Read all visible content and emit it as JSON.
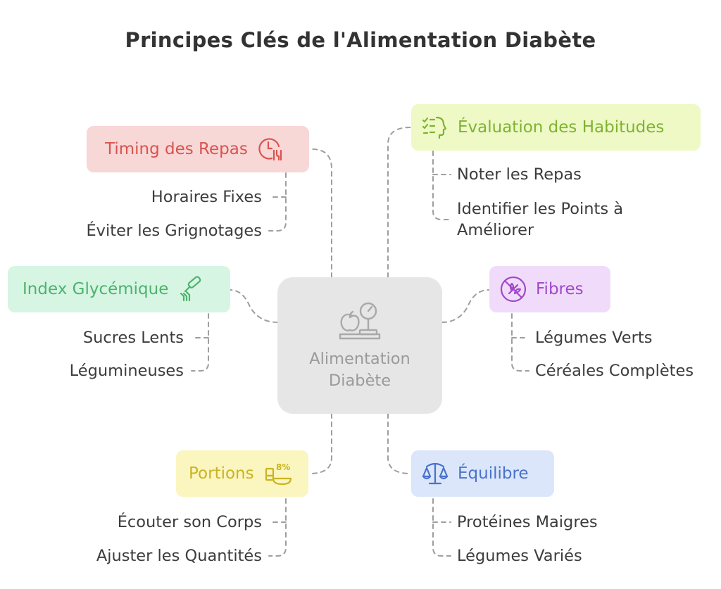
{
  "title": "Principes Clés de l'Alimentation Diabète",
  "center": {
    "line1": "Alimentation",
    "line2": "Diabète",
    "icon": "scale-apple-icon"
  },
  "branches": {
    "timing": {
      "label": "Timing des Repas",
      "icon": "clock-utensils-icon",
      "color": "#d9534f",
      "bg": "#f8d7d7",
      "items": [
        "Horaires Fixes",
        "Éviter les Grignotages"
      ]
    },
    "index": {
      "label": "Index Glycémique",
      "icon": "glucose-meter-icon",
      "color": "#4cb36d",
      "bg": "#d6f5e3",
      "items": [
        "Sucres Lents",
        "Légumineuses"
      ]
    },
    "portions": {
      "label": "Portions",
      "icon": "portion-scale-icon",
      "color": "#c9b422",
      "bg": "#fbf5bf",
      "items": [
        "Écouter son Corps",
        "Ajuster les Quantités"
      ]
    },
    "evaluation": {
      "label": "Évaluation des Habitudes",
      "icon": "checklist-head-icon",
      "color": "#7eb331",
      "bg": "#eef9c6",
      "items": [
        "Noter les Repas",
        "Identifier les Points à",
        "Améliorer"
      ]
    },
    "fibres": {
      "label": "Fibres",
      "icon": "no-wheat-icon",
      "color": "#a148c9",
      "bg": "#f0dcfa",
      "items": [
        "Légumes Verts",
        "Céréales Complètes"
      ]
    },
    "equilibre": {
      "label": "Équilibre",
      "icon": "balance-icon",
      "color": "#4a72c9",
      "bg": "#dbe6fb",
      "items": [
        "Protéines Maigres",
        "Légumes Variés"
      ]
    }
  }
}
